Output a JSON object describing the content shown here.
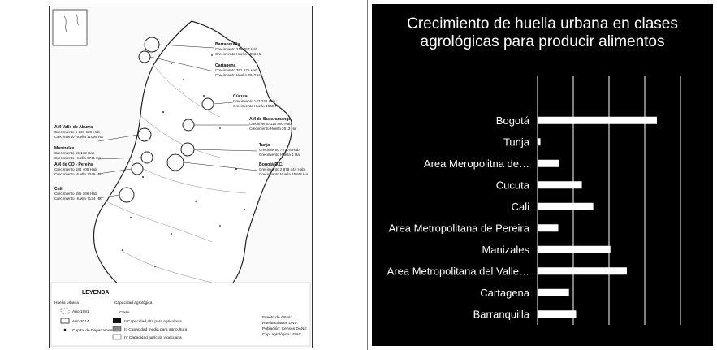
{
  "map": {
    "callouts": [
      {
        "name": "Barranquilla",
        "lines": [
          "Crecimiento 215 457 Hab",
          "Crecimiento Huella 4061 Ha"
        ]
      },
      {
        "name": "Cartagena",
        "lines": [
          "Crecimiento 351 575 Hab",
          "Crecimiento Huella 3842 Ha"
        ]
      },
      {
        "name": "Cúcuta",
        "lines": [
          "Crecimiento 147 238 Hab",
          "Crecimiento Huella 1649 Ha"
        ]
      },
      {
        "name": "AM de Bucaramanga",
        "lines": [
          "Crecimiento 116 860 Hab",
          "Crecimiento Huella 2613 Ha"
        ]
      },
      {
        "name": "AM Valle de Aburra",
        "lines": [
          "Crecimiento 1 207 629 Hab",
          "Crecimiento Huella 11095 Ha"
        ]
      },
      {
        "name": "Manizales",
        "lines": [
          "Crecimiento 55 172 Hab",
          "Crecimiento Huella 9711 Ha"
        ]
      },
      {
        "name": "AM de CO - Pereira",
        "lines": [
          "Crecimiento 184 408 Hab",
          "Crecimiento Huella 2049 Ha"
        ]
      },
      {
        "name": "Tunja",
        "lines": [
          "Crecimiento 79 478 Hab",
          "Crecimiento Huella 1 Ha"
        ]
      },
      {
        "name": "Bogotá D.C.",
        "lines": [
          "Crecimiento 2 879 444 Hab",
          "Crecimiento Huella 15842 Ha"
        ]
      },
      {
        "name": "Cali",
        "lines": [
          "Crecimiento 685 366 Hab",
          "Crecimiento Huella 7134 Ha"
        ]
      }
    ],
    "legend": {
      "title": "LEYENDA",
      "col1_header": "Huella urbana",
      "col2_header": "Capacidad agrológica",
      "items_left": [
        "Año 1991",
        "Año 2014",
        "Capital de Departamento"
      ],
      "class_header": "Clase",
      "items_right": [
        "II Capacidad alta para agricultura",
        "III Capacidad media para agricultura",
        "IV Capacidad agrícola y pecuaria"
      ],
      "sources": [
        "Fuente de datos:",
        "Huella urbana: DNP",
        "Población: Censos DANE",
        "Cap. agrológica: IGAC"
      ]
    }
  },
  "chart_data": {
    "type": "bar",
    "orientation": "horizontal",
    "title": "Crecimiento de huella urbana en clases agrológicas para producir alimentos",
    "categories": [
      "Bogotá",
      "Tunja",
      "Area Meropolitna de…",
      "Cucuta",
      "Cali",
      "Area Metropolitana de Pereira",
      "Manizales",
      "Area Metropolitana del Valle…",
      "Cartagena",
      "Barranquilla"
    ],
    "values": [
      16.7,
      0.4,
      3.0,
      6.2,
      7.8,
      2.9,
      10.2,
      12.5,
      4.4,
      5.4
    ],
    "xlim": [
      0,
      20
    ],
    "grid": true,
    "colors": {
      "background": "#000000",
      "bar": "#ffffff",
      "grid": "#ffffff",
      "text": "#ffffff"
    }
  }
}
